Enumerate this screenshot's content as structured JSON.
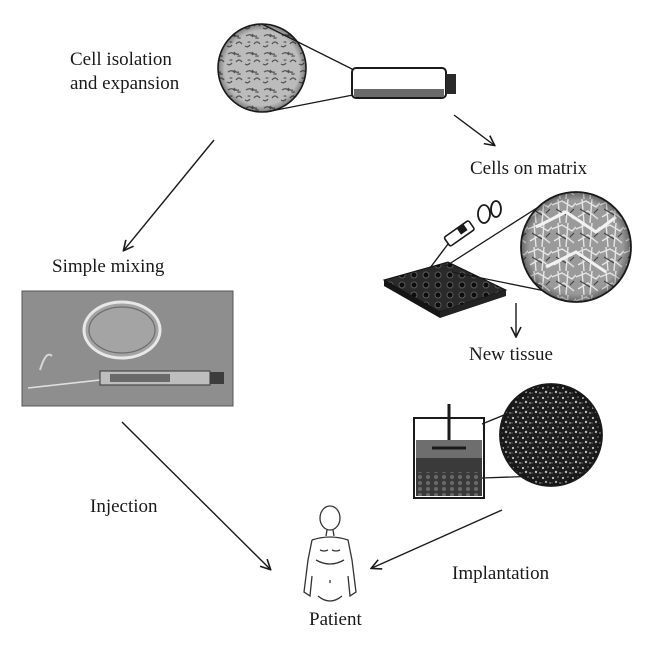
{
  "diagram": {
    "steps": {
      "cell_isolation": {
        "line1": "Cell isolation",
        "line2": "and expansion"
      },
      "cells_on_matrix": "Cells on matrix",
      "simple_mixing": "Simple mixing",
      "new_tissue": "New tissue",
      "injection": "Injection",
      "implantation": "Implantation",
      "patient": "Patient"
    },
    "icons": {
      "cell_culture_micrograph": "cell-culture-micrograph-icon",
      "culture_flask": "culture-flask-icon",
      "matrix_micrograph": "matrix-micrograph-icon",
      "syringe_seeding": "syringe-icon",
      "porous_scaffold": "porous-scaffold-icon",
      "petri_dish_photo": "petri-dish-syringe-photo",
      "bioreactor": "bioreactor-icon",
      "tissue_micrograph": "tissue-micrograph-icon",
      "patient_figure": "human-figure-icon"
    },
    "colors": {
      "ink": "#1a1a1a",
      "micrograph_dark": "#2a2a2a",
      "micrograph_light": "#bdbdbd",
      "photo_bg": "#8e8e8e"
    }
  }
}
